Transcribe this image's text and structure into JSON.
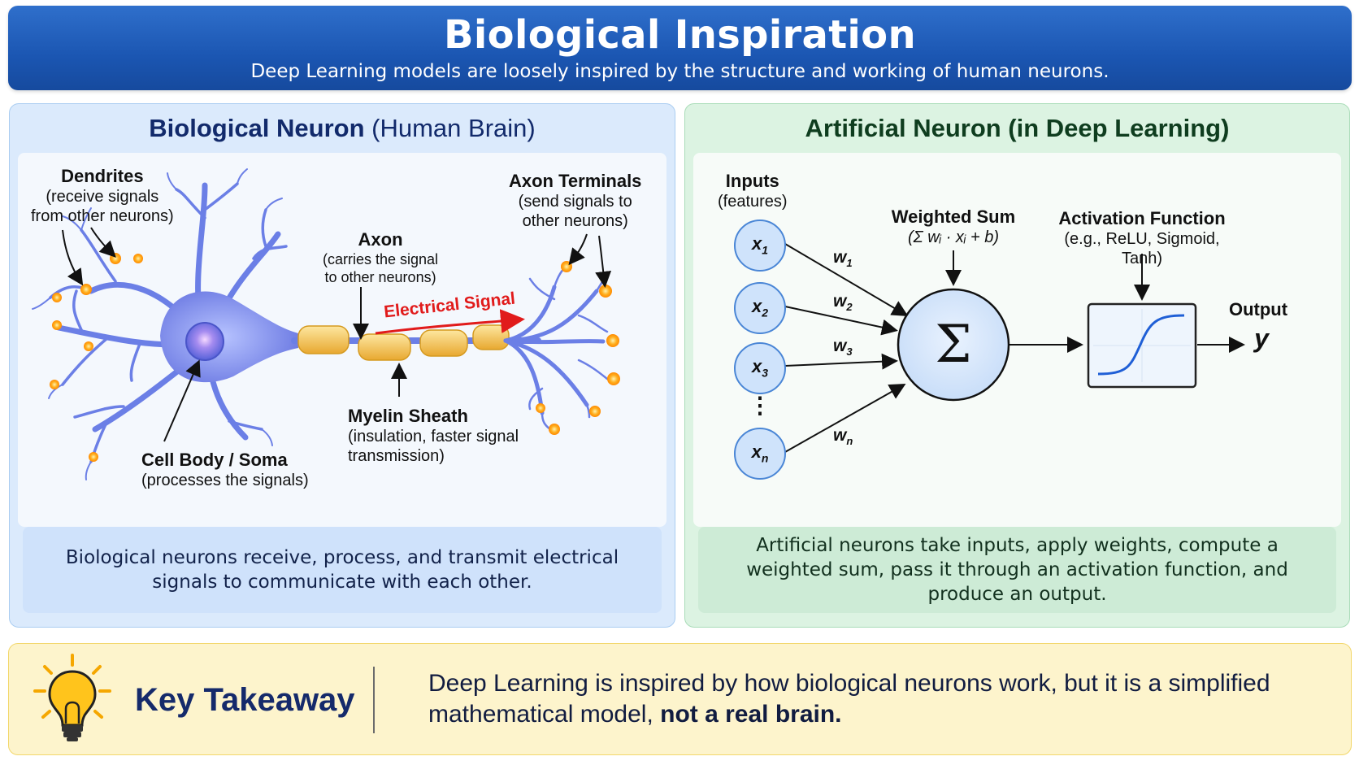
{
  "header": {
    "title": "Biological Inspiration",
    "subtitle": "Deep Learning models are loosely inspired by the structure and working of human neurons."
  },
  "biological": {
    "title_main": "Biological Neuron",
    "title_sub": " (Human Brain)",
    "dendrites": {
      "heading": "Dendrites",
      "desc": "(receive signals\nfrom other neurons)"
    },
    "axon": {
      "heading": "Axon",
      "desc": "(carries the signal\nto other neurons)"
    },
    "axon_terminals": {
      "heading": "Axon Terminals",
      "desc": "(send signals to\nother neurons)"
    },
    "electrical_signal": "Electrical Signal",
    "myelin": {
      "heading": "Myelin Sheath",
      "desc": "(insulation, faster signal\ntransmission)"
    },
    "cell_body": {
      "heading": "Cell Body / Soma",
      "desc": "(processes the signals)"
    },
    "caption": "Biological neurons receive, process, and transmit electrical signals to communicate with each other.",
    "colors": {
      "neuron": "#6b7fe6",
      "terminal": "#ffb020",
      "myelin": "#f6c24f",
      "signal": "#e11b1b"
    }
  },
  "artificial": {
    "title": "Artificial Neuron (in Deep Learning)",
    "inputs": {
      "heading": "Inputs",
      "desc": "(features)"
    },
    "input_nodes": [
      {
        "base": "x",
        "sub": "1"
      },
      {
        "base": "x",
        "sub": "2"
      },
      {
        "base": "x",
        "sub": "3"
      },
      {
        "base": "x",
        "sub": "n"
      }
    ],
    "weights": [
      {
        "base": "w",
        "sub": "1"
      },
      {
        "base": "w",
        "sub": "2"
      },
      {
        "base": "w",
        "sub": "3"
      },
      {
        "base": "w",
        "sub": "n"
      }
    ],
    "ellipsis": "⋮",
    "weighted_sum": {
      "heading": "Weighted Sum",
      "formula": "(Σ wᵢ · xᵢ + b)",
      "symbol": "Σ"
    },
    "activation": {
      "heading": "Activation Function",
      "desc": "(e.g., ReLU, Sigmoid, Tanh)"
    },
    "output": {
      "heading": "Output",
      "symbol": "y"
    },
    "caption": "Artificial neurons take inputs, apply weights, compute a weighted sum, pass it through an activation function, and produce an output.",
    "colors": {
      "node_fill": "#cfe3fb",
      "node_stroke": "#4a86d6",
      "curve": "#1f5fd6"
    }
  },
  "takeaway": {
    "title": "Key Takeaway",
    "text": "Deep Learning is inspired by how biological neurons work, but it is a simplified mathematical model, ",
    "bold": "not a real brain."
  }
}
